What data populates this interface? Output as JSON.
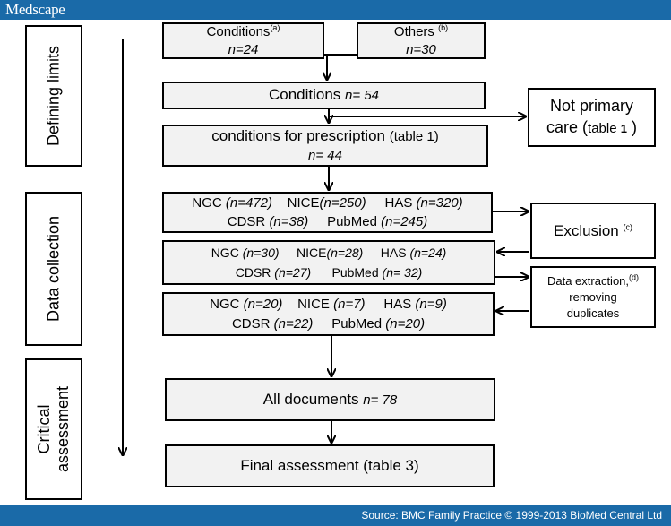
{
  "header": {
    "logo": "Medscape"
  },
  "footer": {
    "source": "Source: BMC Family Practice © 1999-2013 BioMed Central Ltd"
  },
  "stages": {
    "defining": "Defining limits",
    "collection": "Data collection",
    "critical_line1": "Critical",
    "critical_line2": "assessment"
  },
  "boxes": {
    "conditions_a": {
      "label": "Conditions",
      "sup": "(a)",
      "n": "n=24"
    },
    "others_b": {
      "label": "Others ",
      "sup": "(b)",
      "n": "n=30"
    },
    "conditions": {
      "label": "Conditions ",
      "n": "n= 54"
    },
    "not_primary": {
      "line1": "Not primary",
      "line2": "care (",
      "table": "table ",
      "table_num": "1",
      "close": " )"
    },
    "prescription": {
      "label": "conditions for prescription ",
      "table": "(table 1)",
      "n": "n= 44"
    },
    "round1": {
      "ngc": "NGC ",
      "ngc_n": "(n=472)",
      "nice": "NICE",
      "nice_n": "(n=250)",
      "has": "HAS ",
      "has_n": "(n=320)",
      "cdsr": "CDSR ",
      "cdsr_n": "(n=38)",
      "pubmed": "PubMed ",
      "pubmed_n": "(n=245)"
    },
    "exclusion": {
      "label": "Exclusion ",
      "sup": "(c)"
    },
    "round2": {
      "ngc": "NGC ",
      "ngc_n": "(n=30)",
      "nice": "NICE",
      "nice_n": "(n=28)",
      "has": "HAS ",
      "has_n": "(n=24)",
      "cdsr": "CDSR ",
      "cdsr_n": "(n=27)",
      "pubmed": "PubMed ",
      "pubmed_n": "(n= 32)"
    },
    "extraction": {
      "line1": "Data extraction,",
      "sup": "(d)",
      "line2": "removing",
      "line3": "duplicates"
    },
    "round3": {
      "ngc": "NGC ",
      "ngc_n": "(n=20)",
      "nice": "NICE ",
      "nice_n": "(n=7)",
      "has": "HAS ",
      "has_n": "(n=9)",
      "cdsr": "CDSR ",
      "cdsr_n": "(n=22)",
      "pubmed": "PubMed ",
      "pubmed_n": "(n=20)"
    },
    "all_docs": {
      "label": "All documents ",
      "n": "n= 78"
    },
    "final": {
      "label": "Final assessment (table 3)"
    }
  }
}
